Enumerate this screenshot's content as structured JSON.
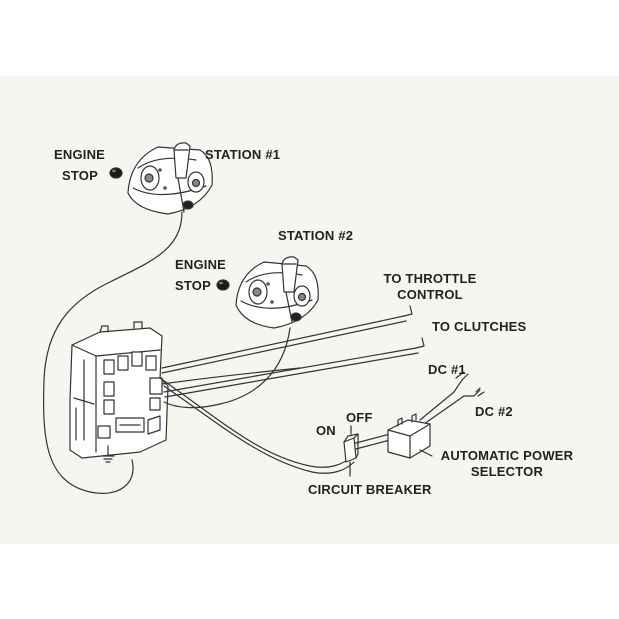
{
  "labels": {
    "engine_stop_1_line1": "ENGINE",
    "engine_stop_1_line2": "STOP",
    "station_1": "STATION #1",
    "station_2": "STATION #2",
    "engine_stop_2_line1": "ENGINE",
    "engine_stop_2_line2": "STOP",
    "to_throttle_line1": "TO THROTTLE",
    "to_throttle_line2": "CONTROL",
    "to_clutches": "TO CLUTCHES",
    "dc1": "DC #1",
    "dc2": "DC #2",
    "on": "ON",
    "off": "OFF",
    "automatic_power_selector_line1": "AUTOMATIC POWER",
    "automatic_power_selector_line2": "SELECTOR",
    "circuit_breaker": "CIRCUIT BREAKER"
  },
  "colors": {
    "panel_background": "#f7f5ef",
    "line": "#333333",
    "text": "#222222",
    "knob": "#1a1a1a"
  }
}
